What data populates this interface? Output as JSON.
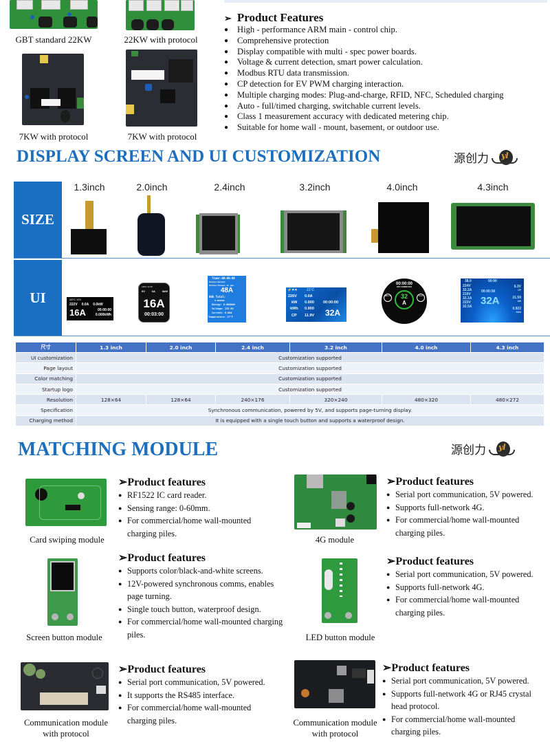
{
  "boards": [
    {
      "caption": "GBT standard 22KW"
    },
    {
      "caption": "22KW with protocol"
    },
    {
      "caption": "7KW with protocol"
    },
    {
      "caption": "7KW with protocol"
    }
  ],
  "product_features": {
    "title": "Product Features",
    "arrow_icon": "➢",
    "items": [
      "High - performance ARM main - control chip.",
      "Comprehensive protection",
      "Display compatible with multi - spec power boards.",
      "Voltage & current detection, smart power calculation.",
      "Modbus RTU data transmission.",
      "CP detection for EV PWM charging interaction.",
      "Multiple charging modes: Plug-and-charge, RFID, NFC, Scheduled charging",
      "Auto - full/timed charging, switchable current levels.",
      "Class 1 measurement accuracy with dedicated metering chip.",
      "Suitable for home wall - mount, basement, or outdoor use."
    ]
  },
  "display_section": {
    "title": "DISPLAY SCREEN AND UI CUSTOMIZATION",
    "brand": "源创力",
    "size_tab": "SIZE",
    "ui_tab": "UI",
    "sizes": [
      "1.3inch",
      "2.0inch",
      "2.4inch",
      "3.2inch",
      "4.0inch",
      "4.3inch"
    ],
    "ui_screens": {
      "s13": {
        "top": "28°C  12V",
        "v": "222V",
        "a": "0.0A",
        "kw": "0.0kW",
        "big": "16A",
        "time": "00:00:00",
        "kwh": "0.000kWh"
      },
      "s20": {
        "top": "L3PC 12.3V",
        "v": "0V",
        "a": "0A",
        "kw": "0kW",
        "big": "16A",
        "time": "00:03:00"
      },
      "s24": {
        "timer": "Timer:00:00:00",
        "status": "Status:Normal",
        "plug": "Status:Please in gun",
        "big": "48A",
        "total": "kWh Total:",
        "total_val": "0.000KWH",
        "energy": "Energy: 0.000KWH",
        "voltage": "Voltage: 225.8V",
        "current": "Current: 0.00A",
        "temp": "Temperature: 27°F"
      },
      "s32": {
        "temp": "21°C",
        "v": "226V",
        "a": "0.0A",
        "kw_l": "kW",
        "kw": "0.000",
        "time": "00:00:00",
        "kwh_l": "kWh",
        "kwh": "0.000",
        "cp_l": "CP",
        "cp": "11.9V",
        "big": "32A"
      },
      "s40": {
        "time": "00:00:00",
        "status": "NOT CONNECTED",
        "big_num": "32",
        "big_unit": "A",
        "left": "225.1 V",
        "right": "0.0 A"
      },
      "s43": {
        "temp": "38.0",
        "clock": "00:00",
        "l1v": "224V",
        "l1a": "32.2A",
        "l2v": "219V",
        "l2a": "32.1A",
        "l3v": "223V",
        "l3a": "32.5A",
        "time": "00:00:58",
        "big": "32A",
        "cp": "6.3V",
        "cp_l": "CP",
        "kw": "21.59",
        "kw_l": "kW",
        "kwh": "0.922",
        "kwh_l": "kWh"
      }
    }
  },
  "spec_table": {
    "headers": [
      "尺寸",
      "1.3 inch",
      "2.0 inch",
      "2.4 inch",
      "3.2 inch",
      "4.0 inch",
      "4.3 inch"
    ],
    "rows": [
      {
        "label": "UI customization",
        "value": "Customization supported"
      },
      {
        "label": "Page layout",
        "value": "Customization supported"
      },
      {
        "label": "Color matching",
        "value": "Customization supported"
      },
      {
        "label": "Startup logo",
        "value": "Customization supported"
      },
      {
        "label": "Resolution",
        "values": [
          "128×64",
          "128×64",
          "240×176",
          "320×240",
          "480×320",
          "480×272"
        ]
      },
      {
        "label": "Specification",
        "value": "Synchronous communication, powered by 5V, and supports page-turning display."
      },
      {
        "label": "Charging method",
        "value": "It is equipped with a single touch button and supports a waterproof design."
      }
    ]
  },
  "matching_section": {
    "title": "MATCHING MODULE",
    "brand": "源创力",
    "modules": [
      {
        "caption": "Card swiping module",
        "title": "Product features",
        "items": [
          "RF1522 IC card reader.",
          "Sensing range: 0-60mm.",
          "For commercial/home wall-mounted charging piles."
        ]
      },
      {
        "caption": "4G module",
        "title": "Product features",
        "items": [
          "Serial port communication, 5V powered.",
          "Supports full-network 4G.",
          "For commercial/home wall-mounted charging piles."
        ]
      },
      {
        "caption": "Screen button module",
        "title": "Product features",
        "items": [
          "Supports color/black-and-white screens.",
          "12V-powered synchronous comms, enables page turning.",
          "Single touch button, waterproof design.",
          "For commercial/home wall-mounted charging piles."
        ]
      },
      {
        "caption": "LED button module",
        "title": "Product features",
        "items": [
          "Serial port communication, 5V powered.",
          "Supports full-network 4G.",
          "For commercial/home wall-mounted charging piles."
        ]
      },
      {
        "caption": "Communication module with protocol",
        "title": "Product features",
        "items": [
          "Serial port communication, 5V powered.",
          "It supports the RS485 interface.",
          "For commercial/home wall-mounted charging piles."
        ]
      },
      {
        "caption": "Communication module with protocol",
        "title": "Product features",
        "items": [
          "Serial port communication, 5V powered.",
          "Supports full-network 4G or RJ45 crystal head protocol.",
          "For commercial/home wall-mounted charging piles."
        ]
      }
    ]
  },
  "colors": {
    "accent_blue": "#1d6fbe",
    "tab_blue": "#1a6fc2",
    "table_header": "#4472c4",
    "pcb_green": "#2f8f3a"
  }
}
